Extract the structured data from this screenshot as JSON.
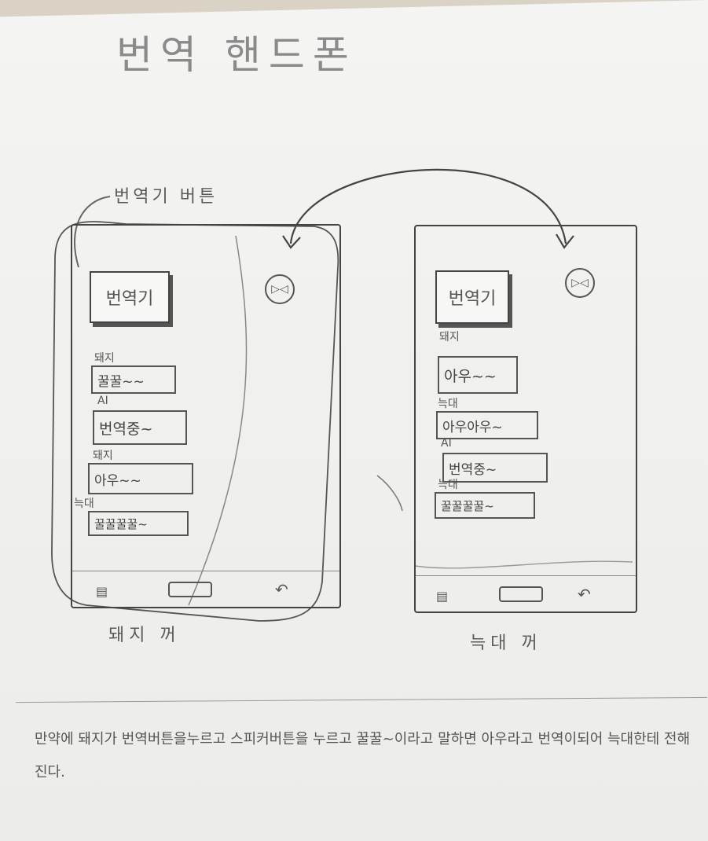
{
  "title": "번역 핸드폰",
  "annotation": "번역기 버튼",
  "phones": [
    {
      "owner_label": "돼지 꺼",
      "translate_button": "번역기",
      "speaker_icon": "speaker-icon",
      "messages": [
        {
          "speaker": "돼지",
          "text": "꿀꿀~~"
        },
        {
          "speaker": "AI",
          "text": "번역중~"
        },
        {
          "speaker": "돼지",
          "text": "아우~~"
        },
        {
          "speaker": "늑대",
          "text": "꿀꿀꿀꿀~"
        }
      ]
    },
    {
      "owner_label": "늑대 꺼",
      "translate_button": "번역기",
      "speaker_icon": "speaker-icon",
      "messages": [
        {
          "speaker": "돼지",
          "text": "아우~~"
        },
        {
          "speaker": "늑대",
          "text": "아우아우~"
        },
        {
          "speaker": "AI",
          "text": "번역중~"
        },
        {
          "speaker": "늑대",
          "text": "꿀꿀꿀꿀~"
        }
      ]
    }
  ],
  "description": "만약에 돼지가 번역버튼을누르고 스피커버튼을 누르고 꿀꿀~이라고 말하면 아우라고 번역이되어 늑대한테 전해진다."
}
